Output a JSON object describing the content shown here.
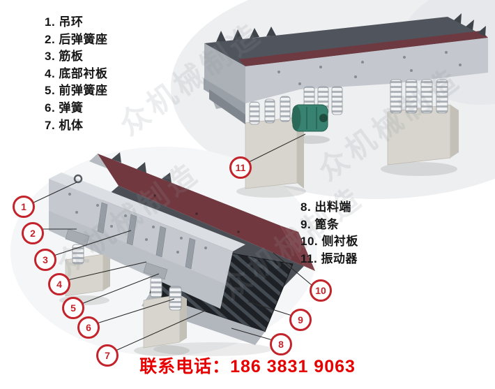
{
  "legend_left": {
    "items": [
      {
        "text": "1. 吊环"
      },
      {
        "text": "2. 后弹簧座"
      },
      {
        "text": "3. 筋板"
      },
      {
        "text": "4. 底部衬板"
      },
      {
        "text": "5. 前弹簧座"
      },
      {
        "text": "6. 弹簧"
      },
      {
        "text": "7. 机体"
      }
    ]
  },
  "legend_right": {
    "items": [
      {
        "text": "8. 出料端"
      },
      {
        "text": "9. 篦条"
      },
      {
        "text": "10. 侧衬板"
      },
      {
        "text": "11. 振动器"
      }
    ]
  },
  "callouts": {
    "c1": "1",
    "c2": "2",
    "c3": "3",
    "c4": "4",
    "c5": "5",
    "c6": "6",
    "c7": "7",
    "c8": "8",
    "c9": "9",
    "c10": "10",
    "c11": "11"
  },
  "watermark": {
    "text": "众机械制造"
  },
  "contact": {
    "text": "联系电话：186 3831 9063"
  },
  "colors": {
    "callout_red": "#c3232b",
    "phone_red": "#e60000",
    "liner_maroon": "#71383f",
    "body_gray": "#c5c9cf"
  }
}
